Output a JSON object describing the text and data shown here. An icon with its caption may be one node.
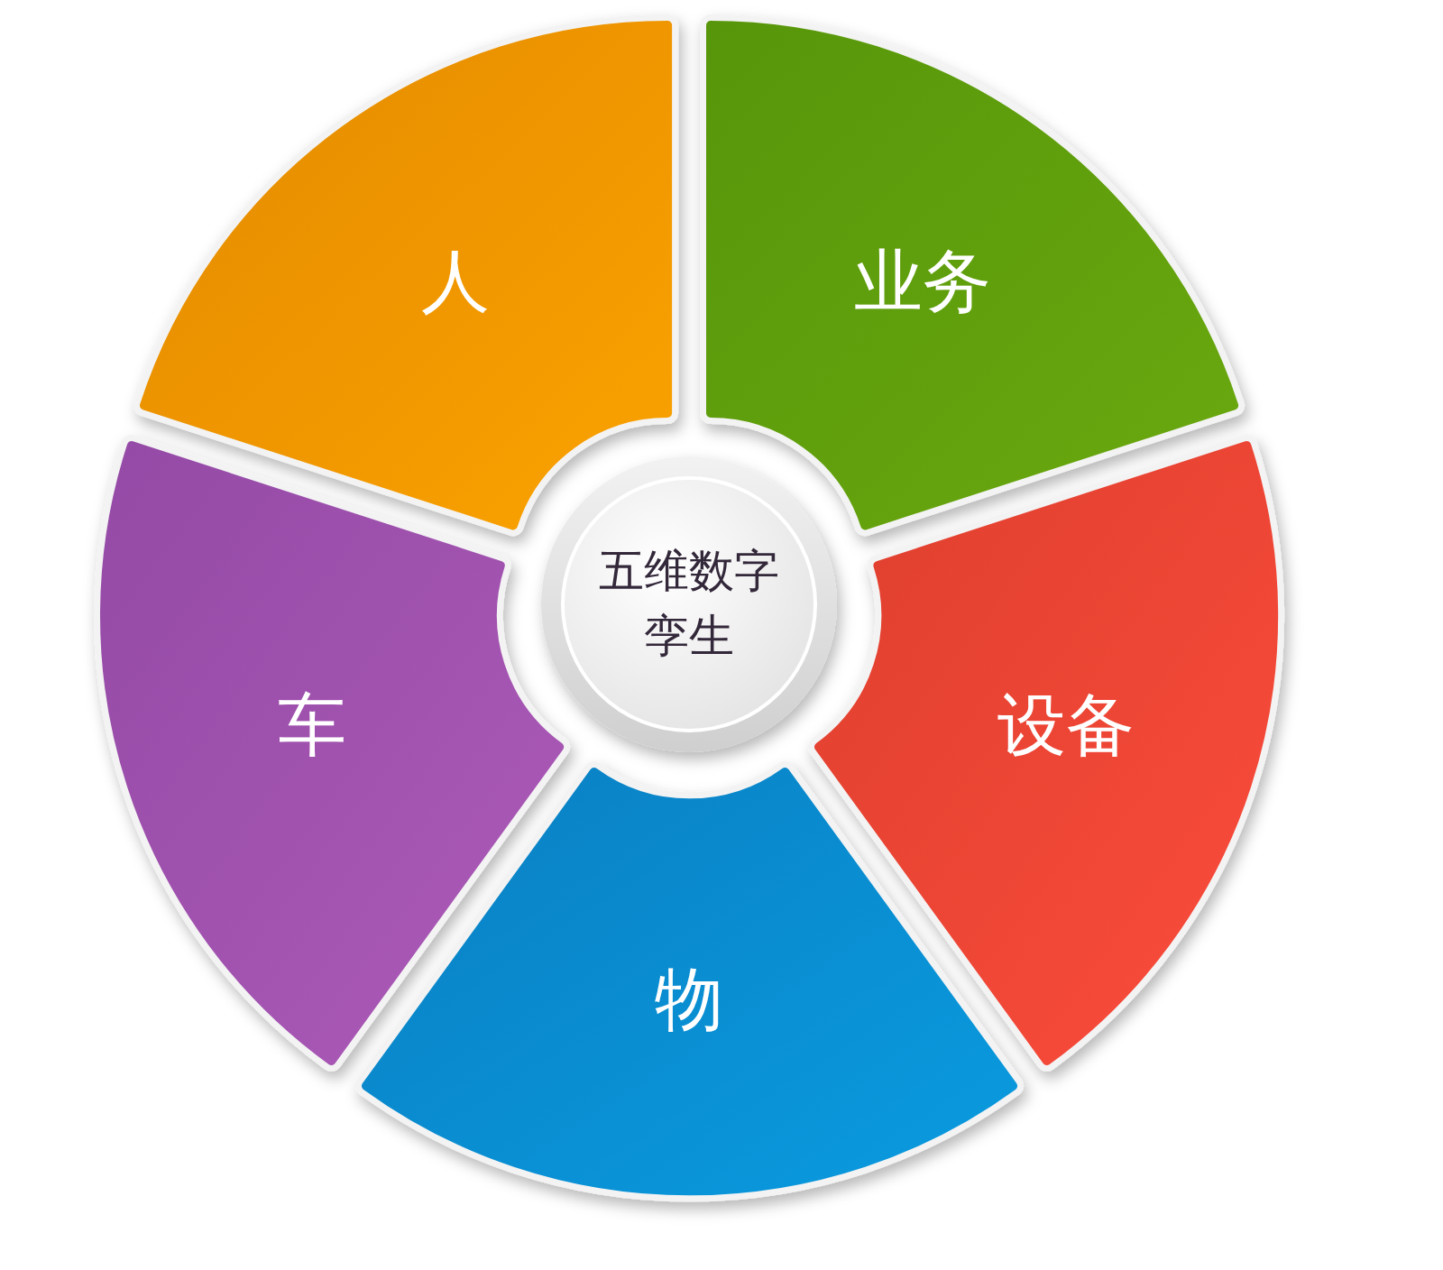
{
  "diagram": {
    "nodes": [
      {
        "text": [
          "五维数字孪生"
        ]
      },
      {
        "text": [
          "人"
        ]
      },
      {
        "text": [
          "业务"
        ]
      },
      {
        "text": [
          "设备"
        ]
      },
      {
        "text": [
          "物"
        ]
      },
      {
        "text": [
          "车"
        ]
      }
    ]
  }
}
